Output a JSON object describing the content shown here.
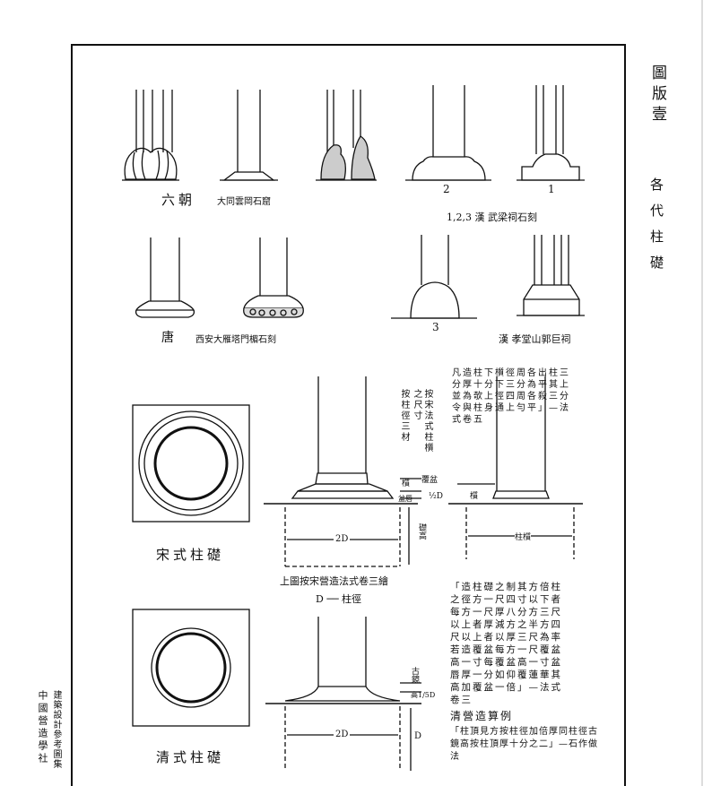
{
  "side": {
    "title_chars": [
      "圖",
      "版",
      "壹"
    ],
    "subtitle_chars": [
      "各",
      "代",
      "柱",
      "礎"
    ]
  },
  "publisher": {
    "col1": "中國營造學社",
    "col2": "建築設計參考圖集"
  },
  "labels": {
    "six_dynasties": "六朝",
    "datong": "大同雲岡石窟",
    "han_num_2": "2",
    "han_num_1": "1",
    "han_num_3": "3",
    "han_caption": "1,2,3 漢 武梁祠石刻",
    "tang": "唐",
    "xian": "西安大雁塔門楣石刻",
    "han_xiaotang": "漢 孝堂山郭巨祠",
    "song_style": "宋式柱礎",
    "song_caption": "上圖按宋營造法式卷三繪",
    "d_note": "D ── 柱徑",
    "qing_style": "清式柱礎",
    "qing_heading": "清營造算例",
    "dim_2d_song": "2D",
    "dim_2d_qing": "2D",
    "dim_d": "D",
    "dim_ke": "覆盆",
    "dim_pen": "盆唇",
    "dim_zhi": "櫍",
    "dim_2d_small": "½D",
    "dim_height": "礎高",
    "dim_zhu_zhi": "柱櫍",
    "dim_qing_top": "古鏡",
    "dim_qing_h": "高1/5D",
    "side_note": "按宋法式柱櫍之尺寸",
    "side_note2": "按柱徑三材"
  },
  "notes": {
    "song_top": "凡造柱下櫍徑周各出柱三分厚十分下三分為平其上並為欹上徑四周各殺三分令與柱身通上勻平」—法式卷五",
    "song_main": "「造柱礎之制其方倍柱之徑方一尺四寸以下者每方一尺厚八分方三尺以上者厚減方之半方四尺以上者以厚三尺為率若造覆盆每方一尺覆盆高一寸每覆盆高一寸盆唇厚一分如仰覆蓮華其高加覆盆一倍」—法式卷三",
    "qing_main": "「柱頂見方按柱徑加倍厚同柱徑古鏡高按柱頂厚十分之二」—石作做法"
  }
}
